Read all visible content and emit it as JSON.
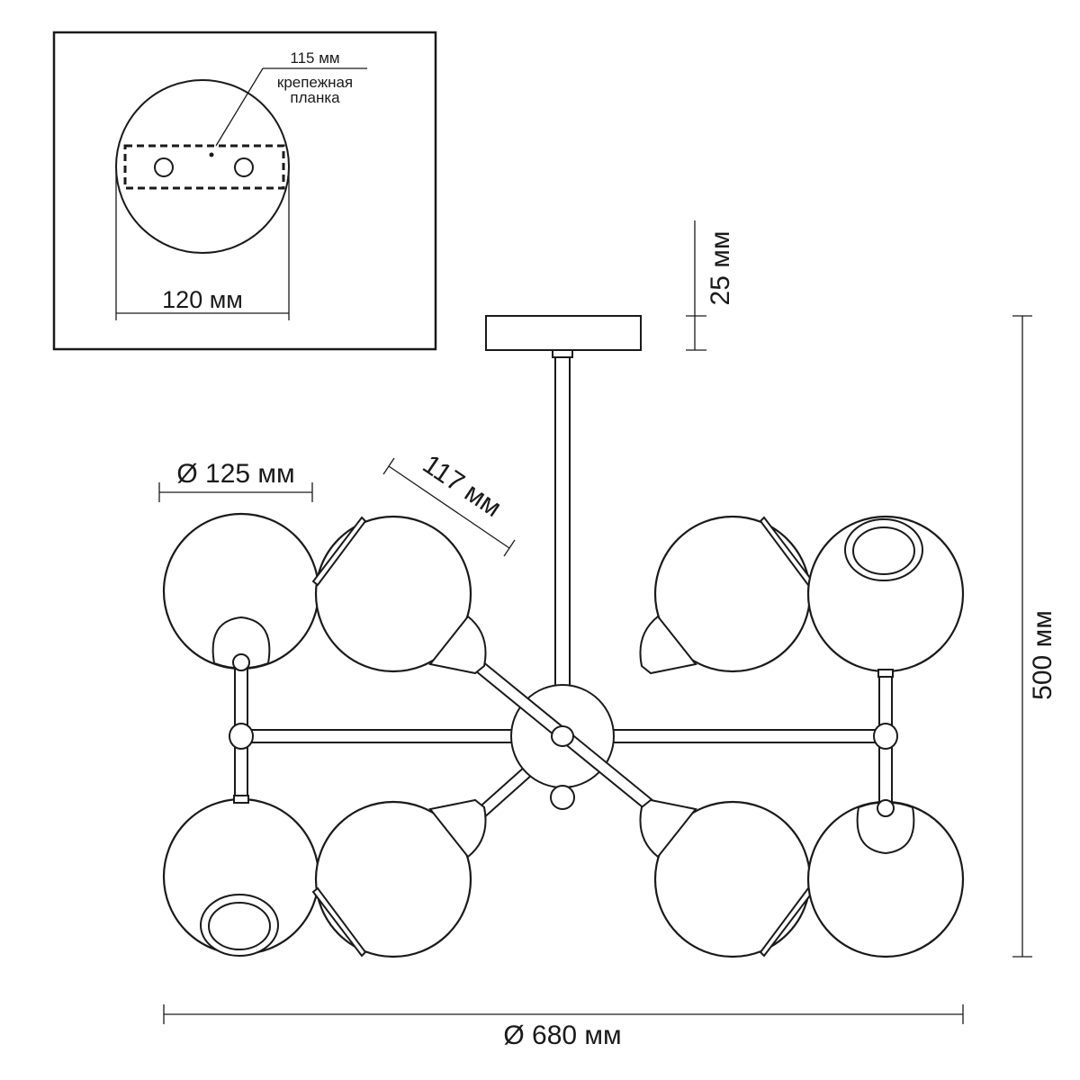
{
  "inset": {
    "plate_width": "115 мм",
    "plate_label_line1": "крепежная",
    "plate_label_line2": "планка",
    "canopy_diameter": "120 мм"
  },
  "dimensions": {
    "canopy_height": "25 мм",
    "shade_diameter": "Ø 125 мм",
    "arm_length": "117 мм",
    "total_height": "500 мм",
    "total_diameter": "Ø 680 мм"
  }
}
